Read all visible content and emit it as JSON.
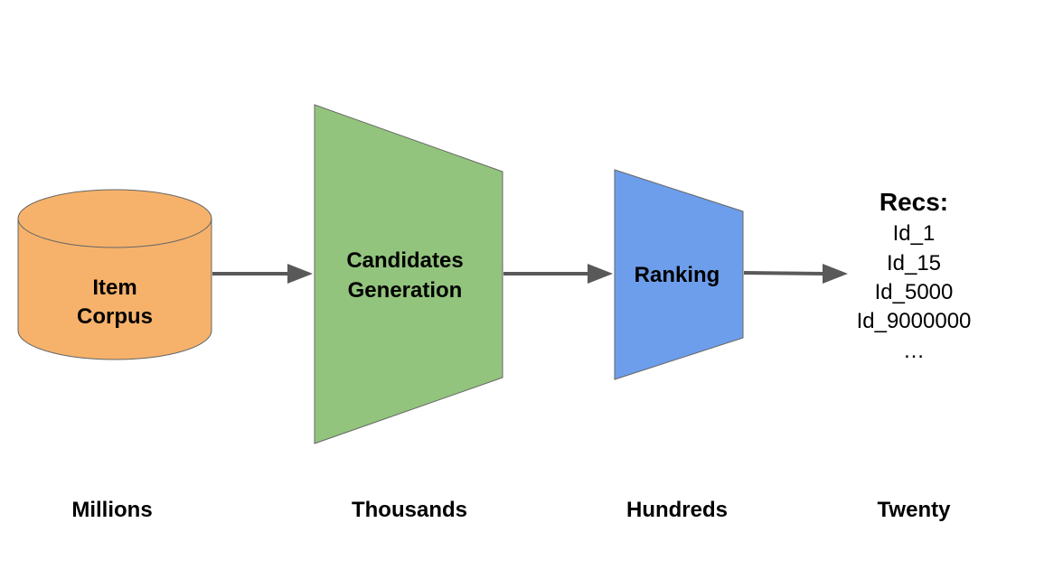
{
  "colors": {
    "corpus": "#F6B26B",
    "candidates": "#93C47D",
    "ranking": "#6D9EEB",
    "arrow": "#595959",
    "stroke": "#666666"
  },
  "nodes": {
    "corpus": {
      "line1": "Item",
      "line2": "Corpus"
    },
    "candidates": {
      "line1": "Candidates",
      "line2": "Generation"
    },
    "ranking": {
      "label": "Ranking"
    }
  },
  "recs": {
    "title": "Recs:",
    "items": [
      "Id_1",
      "Id_15",
      "Id_5000",
      "Id_9000000",
      "…"
    ]
  },
  "counts": {
    "corpus": "Millions",
    "candidates": "Thousands",
    "ranking": "Hundreds",
    "recs": "Twenty"
  }
}
